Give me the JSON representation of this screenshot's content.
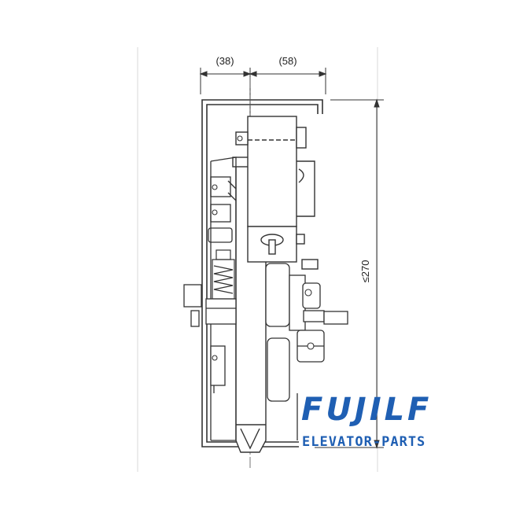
{
  "dimensions": {
    "left_width": "(38)",
    "right_width": "(58)",
    "height": "≤270"
  },
  "watermark": {
    "brand": "FUJILF",
    "subtitle": "ELEVATOR-PARTS",
    "color": "#1f5fb3"
  },
  "colors": {
    "line": "#333333",
    "thin_line": "#777777",
    "paper": "#ffffff"
  }
}
